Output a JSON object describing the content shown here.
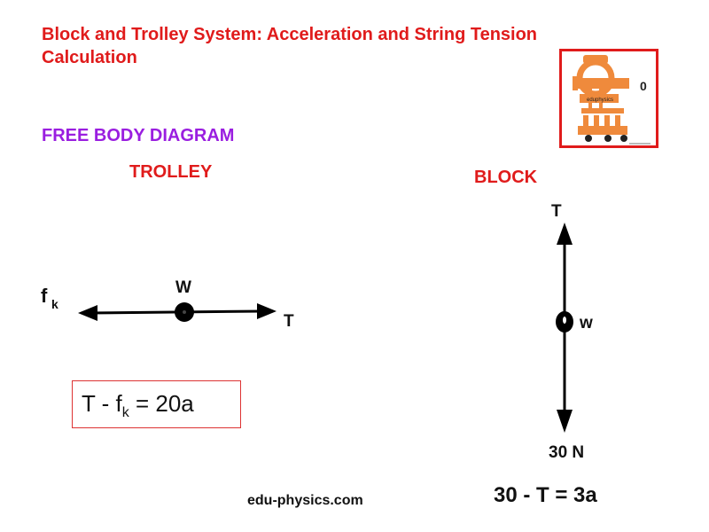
{
  "title": "Block and Trolley System: Acceleration and String Tension Calculation",
  "section_heading": "FREE BODY DIAGRAM",
  "trolley": {
    "label": "TROLLEY",
    "weight_label": "W",
    "friction_label": "f",
    "friction_sub": "k",
    "tension_label": "T",
    "equation": {
      "lhs": "T - f",
      "sub": "k",
      "rhs": " = 20a"
    }
  },
  "block": {
    "label": "BLOCK",
    "tension_label": "T",
    "weight_label": "w",
    "weight_value": "30 N",
    "equation": "30 - T = 3a"
  },
  "logo": {
    "caption": "eduphysics",
    "digit": "0"
  },
  "footer": "edu-physics.com",
  "colors": {
    "red": "#e01b1b",
    "purple": "#9a1ee0",
    "logo_orange": "#ef8a3c"
  }
}
